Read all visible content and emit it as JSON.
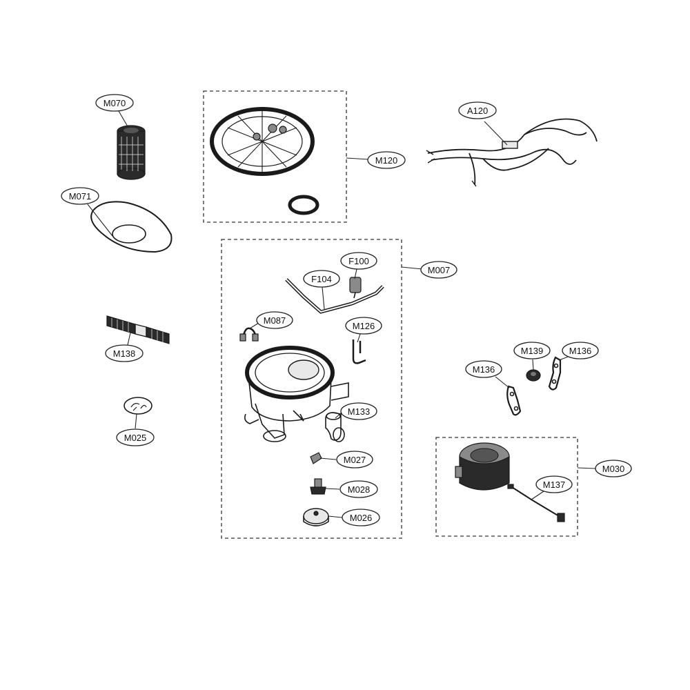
{
  "labels": {
    "m070": "M070",
    "m071": "M071",
    "m138": "M138",
    "m025": "M025",
    "m120": "M120",
    "a120": "A120",
    "f100": "F100",
    "f104": "F104",
    "m007": "M007",
    "m087": "M087",
    "m126": "M126",
    "m133": "M133",
    "m027": "M027",
    "m028": "M028",
    "m026": "M026",
    "m139": "M139",
    "m136a": "M136",
    "m136b": "M136",
    "m030": "M030",
    "m137": "M137"
  }
}
